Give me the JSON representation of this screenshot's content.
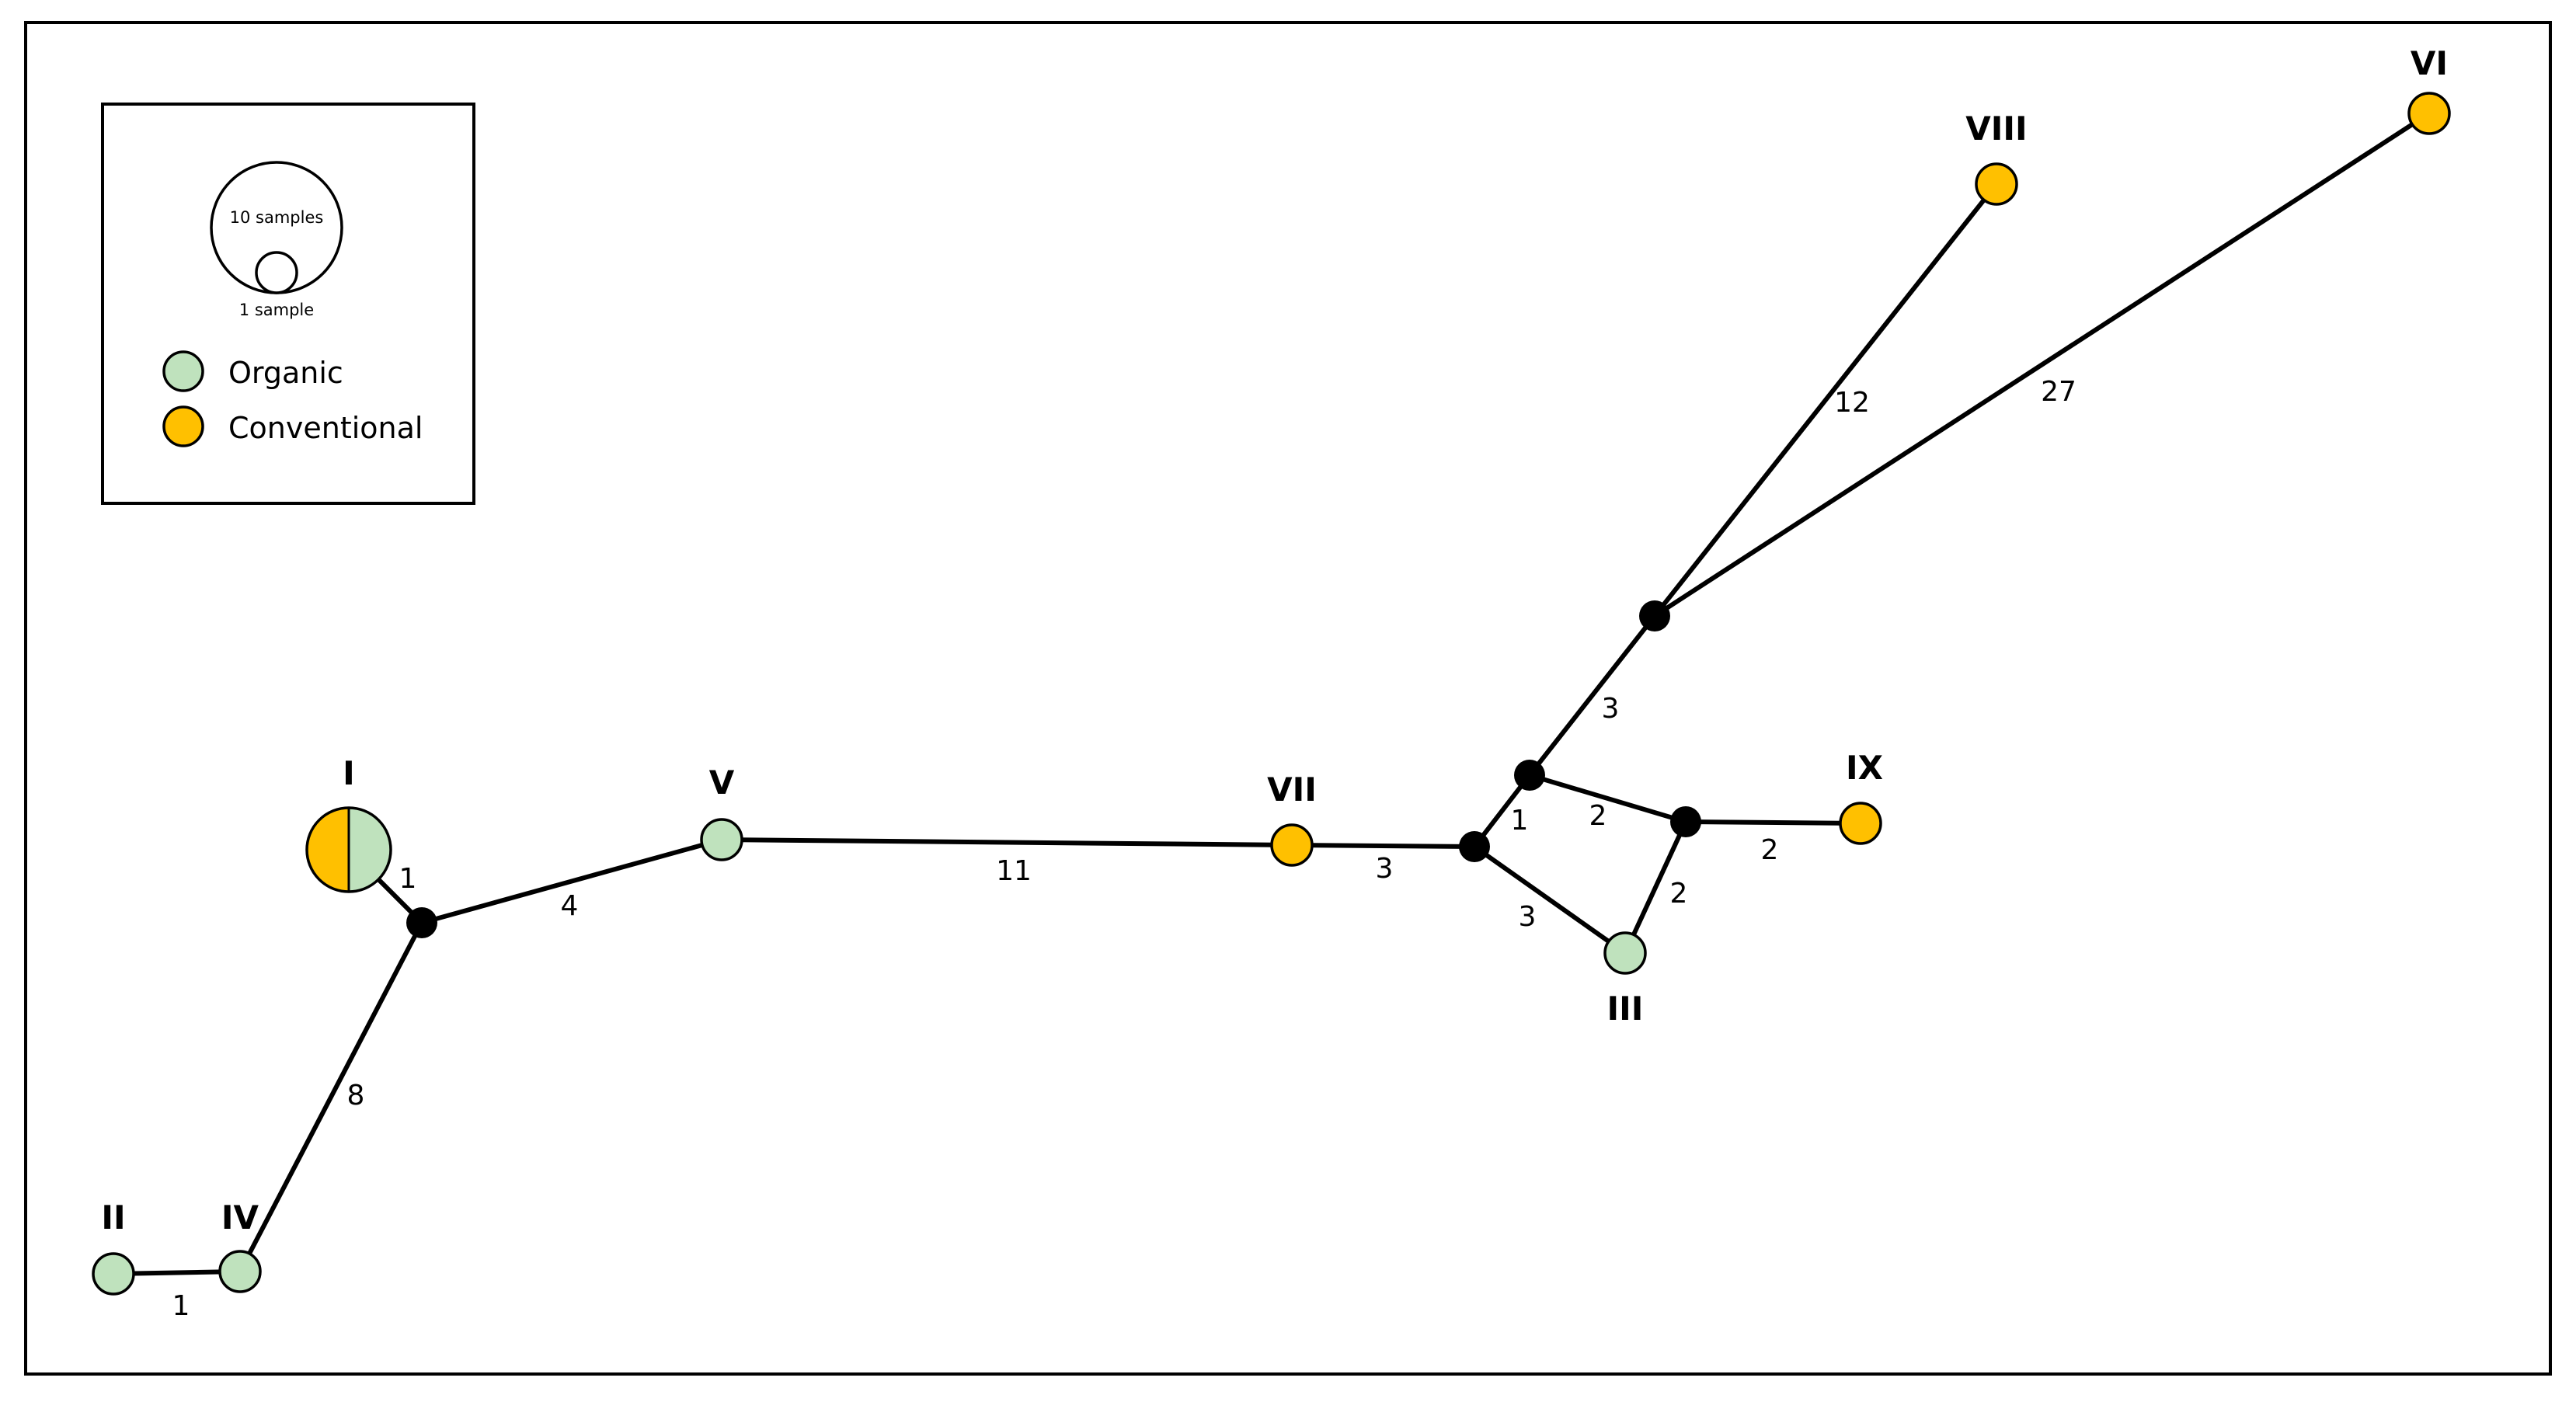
{
  "legend": {
    "size_large_label": "10 samples",
    "size_small_label": "1 sample",
    "items": [
      {
        "label": "Organic",
        "color": "#bfe2bd"
      },
      {
        "label": "Conventional",
        "color": "#ffc000"
      }
    ]
  },
  "colors": {
    "organic": "#bfe2bd",
    "conventional": "#ffc000",
    "median_vector": "#000000",
    "edge": "#000000"
  },
  "haplotypes": [
    {
      "id": "I",
      "label": "I",
      "samples": 2,
      "composition": [
        "conventional",
        "organic"
      ]
    },
    {
      "id": "II",
      "label": "II",
      "samples": 1,
      "composition": [
        "organic"
      ]
    },
    {
      "id": "III",
      "label": "III",
      "samples": 1,
      "composition": [
        "organic"
      ]
    },
    {
      "id": "IV",
      "label": "IV",
      "samples": 1,
      "composition": [
        "organic"
      ]
    },
    {
      "id": "V",
      "label": "V",
      "samples": 1,
      "composition": [
        "organic"
      ]
    },
    {
      "id": "VI",
      "label": "VI",
      "samples": 1,
      "composition": [
        "conventional"
      ]
    },
    {
      "id": "VII",
      "label": "VII",
      "samples": 1,
      "composition": [
        "conventional"
      ]
    },
    {
      "id": "VIII",
      "label": "VIII",
      "samples": 1,
      "composition": [
        "conventional"
      ]
    },
    {
      "id": "IX",
      "label": "IX",
      "samples": 1,
      "composition": [
        "conventional"
      ]
    }
  ],
  "median_vectors": [
    "mv1",
    "mv2",
    "mv3",
    "mv4",
    "mv5"
  ],
  "edges": [
    {
      "from": "I",
      "to": "mv1",
      "mutations": "1"
    },
    {
      "from": "mv1",
      "to": "V",
      "mutations": "4"
    },
    {
      "from": "mv1",
      "to": "IV",
      "mutations": "8"
    },
    {
      "from": "IV",
      "to": "II",
      "mutations": "1"
    },
    {
      "from": "V",
      "to": "VII",
      "mutations": "11"
    },
    {
      "from": "VII",
      "to": "mv2",
      "mutations": "3"
    },
    {
      "from": "mv2",
      "to": "mv3",
      "mutations": "1"
    },
    {
      "from": "mv2",
      "to": "III",
      "mutations": "3"
    },
    {
      "from": "mv3",
      "to": "mv4",
      "mutations": "2"
    },
    {
      "from": "mv4",
      "to": "III",
      "mutations": "2"
    },
    {
      "from": "mv4",
      "to": "IX",
      "mutations": "2"
    },
    {
      "from": "mv3",
      "to": "mv5",
      "mutations": "3"
    },
    {
      "from": "mv5",
      "to": "VIII",
      "mutations": "12"
    },
    {
      "from": "mv5",
      "to": "VI",
      "mutations": "27"
    }
  ]
}
